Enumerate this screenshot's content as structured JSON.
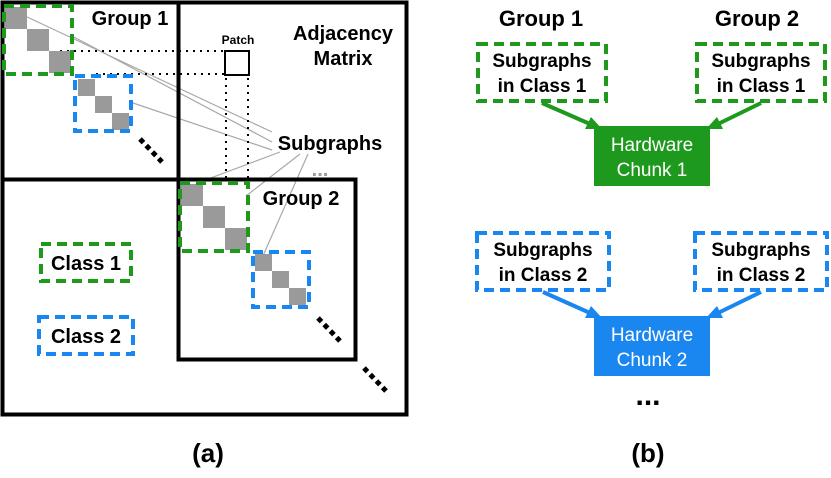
{
  "colors": {
    "green": "#1d9a1d",
    "blue": "#1a86f0",
    "gray": "#9a9a9a",
    "black": "#000000",
    "white": "#ffffff",
    "line_gray": "#a8a8a8"
  },
  "panel_a": {
    "group1_label": "Group 1",
    "group2_label": "Group 2",
    "adjacency_line1": "Adjacency",
    "adjacency_line2": "Matrix",
    "patch_label": "Patch",
    "subgraphs_label": "Subgraphs",
    "dots_small": "...",
    "legend": {
      "class1": "Class 1",
      "class2": "Class 2"
    },
    "caption": "(a)"
  },
  "panel_b": {
    "group1_label": "Group 1",
    "group2_label": "Group 2",
    "class1_box_line1": "Subgraphs",
    "class1_box_line2": "in Class 1",
    "class2_box_line1": "Subgraphs",
    "class2_box_line2": "in Class 2",
    "chunk1_line1": "Hardware",
    "chunk1_line2": "Chunk 1",
    "chunk2_line1": "Hardware",
    "chunk2_line2": "Chunk 2",
    "ellipsis": "...",
    "caption": "(b)"
  }
}
